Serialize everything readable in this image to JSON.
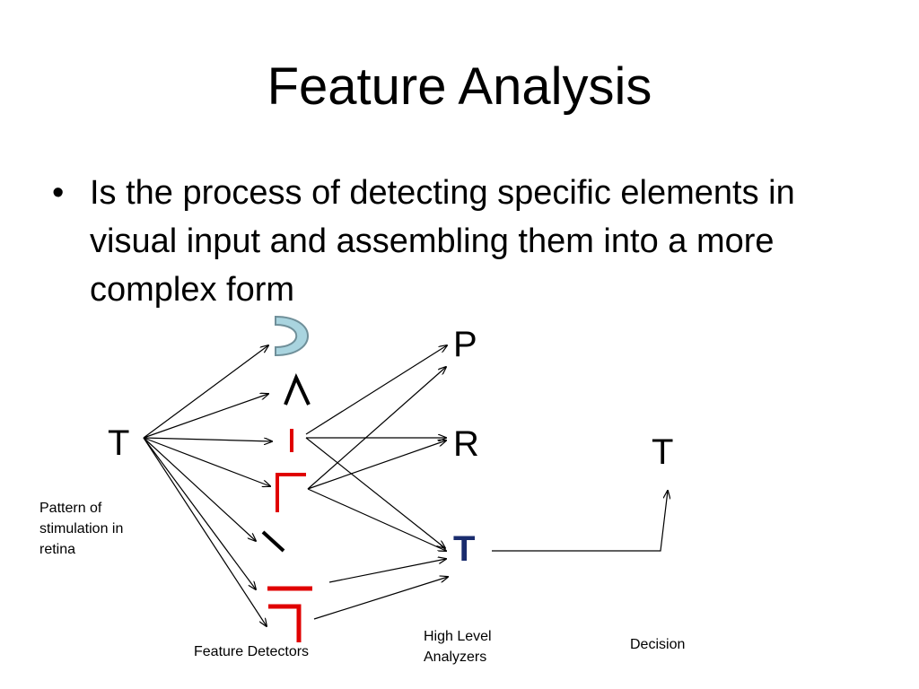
{
  "slide": {
    "title": "Feature Analysis",
    "bullet": "Is the process of detecting specific elements in visual input and assembling them into a more complex form"
  },
  "diagram": {
    "stimulus_letter": "T",
    "stimulus_caption": "Pattern of stimulation in retina",
    "feature_detectors_caption": "Feature Detectors",
    "analyzers": [
      "P",
      "R",
      "T"
    ],
    "analyzers_caption": "High Level Analyzers",
    "decision_letter": "T",
    "decision_caption": "Decision",
    "colors": {
      "feature_red": "#e00000",
      "curve_fill": "#a9d4df",
      "curve_stroke": "#6f8f99",
      "winner_blue": "#1a2c6e"
    }
  }
}
